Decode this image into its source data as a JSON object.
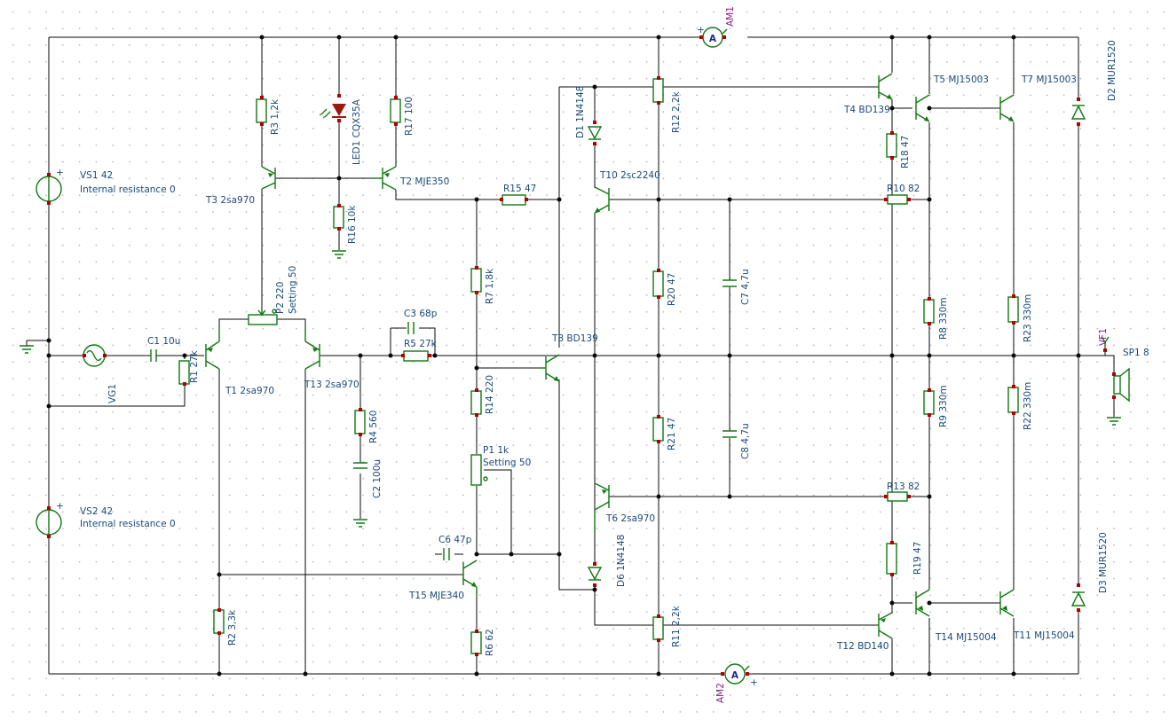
{
  "colors": {
    "wire": "#0a0a0a",
    "component": "#107810",
    "label": "#1a4a7a",
    "terminal": "#b00000",
    "meter_label": "#8a1a8a",
    "led": "#9a1a10",
    "background": "#ffffff"
  },
  "labels": {
    "vs1": "VS1 42",
    "vs1_r": "Internal resistance 0",
    "vs2": "VS2 42",
    "vs2_r": "Internal resistance 0",
    "vg1": "VG1",
    "c1": "C1 10u",
    "r1": "R1 27k",
    "t1": "T1 2sa970",
    "t13": "T13 2sa970",
    "p2": "P2 220",
    "p2_set": "Setting 50",
    "r3": "R3 1,2k",
    "t3": "T3 2sa970",
    "led1": "LED1 CQX35A",
    "r16": "R16 10k",
    "r17": "R17 100",
    "t2": "T2 MJE350",
    "c3": "C3 68p",
    "r5": "R5 27k",
    "r4": "R4 560",
    "c2": "C2 100u",
    "r15": "R15 47",
    "r7": "R7 1,8k",
    "r14": "R14 220",
    "p1": "P1 1k",
    "p1_set": "Setting 50",
    "c6": "C6 47p",
    "t15": "T15 MJE340",
    "r6": "R6 62",
    "r2": "R2 3,3k",
    "t8": "T8 BD139",
    "d1": "D1 1N4148",
    "t10": "T10 2sc2240",
    "t6": "T6 2sa970",
    "d6": "D6 1N4148",
    "r12": "R12 2,2k",
    "r20": "R20 47",
    "r21": "R21 47",
    "r11": "R11 2,2k",
    "c7": "C7 4,7u",
    "c8": "C8 4,7u",
    "t4": "T4 BD139",
    "r18": "R18 47",
    "r10": "R10 82",
    "r8": "R8 330m",
    "r9": "R9 330m",
    "r13": "R13 82",
    "r19": "R19 47",
    "t12": "T12 BD140",
    "t5": "T5 MJ15003",
    "t7": "T7 MJ15003",
    "t14": "T14 MJ15004",
    "t11": "T11 MJ15004",
    "r23": "R23 330m",
    "r22": "R22 330m",
    "d2": "D2 MUR1520",
    "d3": "D3 MUR1520",
    "vf1": "VF1",
    "sp1": "SP1 8",
    "am1": "AM1",
    "am2": "AM2",
    "meter": "A",
    "plus": "+"
  }
}
